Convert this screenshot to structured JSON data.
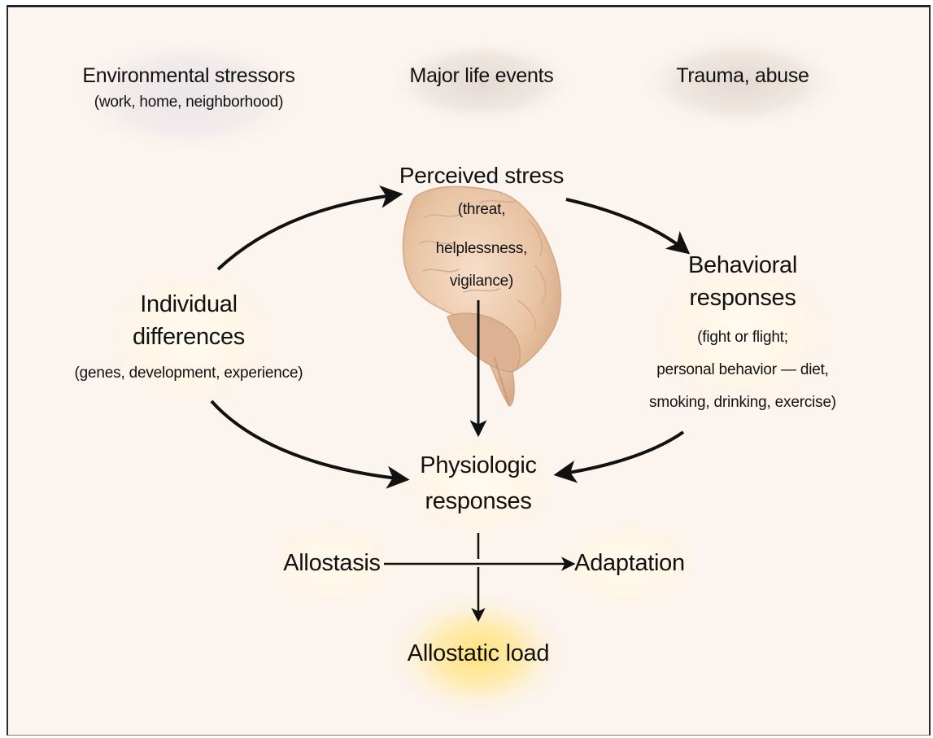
{
  "stressors": {
    "environmental": {
      "title": "Environmental stressors",
      "detail": "(work, home, neighborhood)"
    },
    "life_events": {
      "title": "Major life events"
    },
    "trauma": {
      "title": "Trauma, abuse"
    }
  },
  "perceived_stress": {
    "title": "Perceived stress",
    "detail_lines": [
      "(threat,",
      "helplessness,",
      "vigilance)"
    ]
  },
  "individual_differences": {
    "title_lines": [
      "Individual",
      "differences"
    ],
    "detail": "(genes, development, experience)"
  },
  "behavioral_responses": {
    "title_lines": [
      "Behavioral",
      "responses"
    ],
    "detail_lines": [
      "(fight or flight;",
      "personal behavior — diet,",
      "smoking, drinking, exercise)"
    ]
  },
  "physiologic_responses": {
    "title_lines": [
      "Physiologic",
      "responses"
    ]
  },
  "allostasis": {
    "title": "Allostasis"
  },
  "adaptation": {
    "title": "Adaptation"
  },
  "allostatic_load": {
    "title": "Allostatic load"
  },
  "colors": {
    "background": "#fcf4ee",
    "glow_cream": "#fff7e0",
    "glow_yellow": "#ffe27a",
    "glow_gray": "#e6dcd6",
    "arrow": "#111111",
    "brain": "#e9c6a8"
  }
}
